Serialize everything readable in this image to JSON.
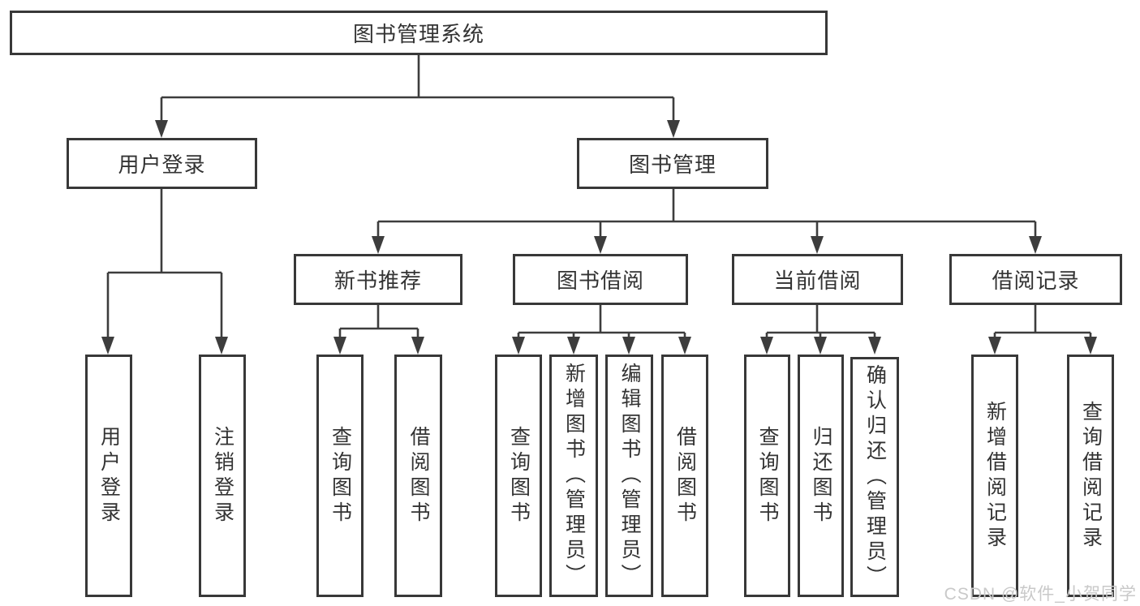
{
  "colors": {
    "line": "#3d3d3d",
    "box_border": "#383838",
    "text": "#333333",
    "watermark": "#c9c9c9",
    "background": "#ffffff"
  },
  "watermark": "CSDN @软件_小贺同学",
  "chart_data": {
    "type": "hierarchy-diagram",
    "title": "图书管理系统",
    "tree": {
      "root": "图书管理系统",
      "children": [
        {
          "label": "用户登录",
          "children": [
            "用户登录",
            "注销登录"
          ]
        },
        {
          "label": "图书管理",
          "children": [
            {
              "label": "新书推荐",
              "children": [
                "查询图书",
                "借阅图书"
              ]
            },
            {
              "label": "图书借阅",
              "children": [
                "查询图书",
                "新增图书（管理员）",
                "编辑图书（管理员）",
                "借阅图书"
              ]
            },
            {
              "label": "当前借阅",
              "children": [
                "查询图书",
                "归还图书",
                "确认归还（管理员）"
              ]
            },
            {
              "label": "借阅记录",
              "children": [
                "新增借阅记录",
                "查询借阅记录"
              ]
            }
          ]
        }
      ]
    }
  },
  "diagram": {
    "root": "图书管理系统",
    "level2": [
      "用户登录",
      "图书管理"
    ],
    "level3": [
      "新书推荐",
      "图书借阅",
      "当前借阅",
      "借阅记录"
    ],
    "leaves": {
      "user": [
        "用户登录",
        "注销登录"
      ],
      "new_book": [
        "查询图书",
        "借阅图书"
      ],
      "borrow": [
        "查询图书",
        "新增图书（管理员）",
        "编辑图书（管理员）",
        "借阅图书"
      ],
      "current": [
        "查询图书",
        "归还图书",
        "确认归还（管理员）"
      ],
      "records": [
        "新增借阅记录",
        "查询借阅记录"
      ]
    }
  }
}
